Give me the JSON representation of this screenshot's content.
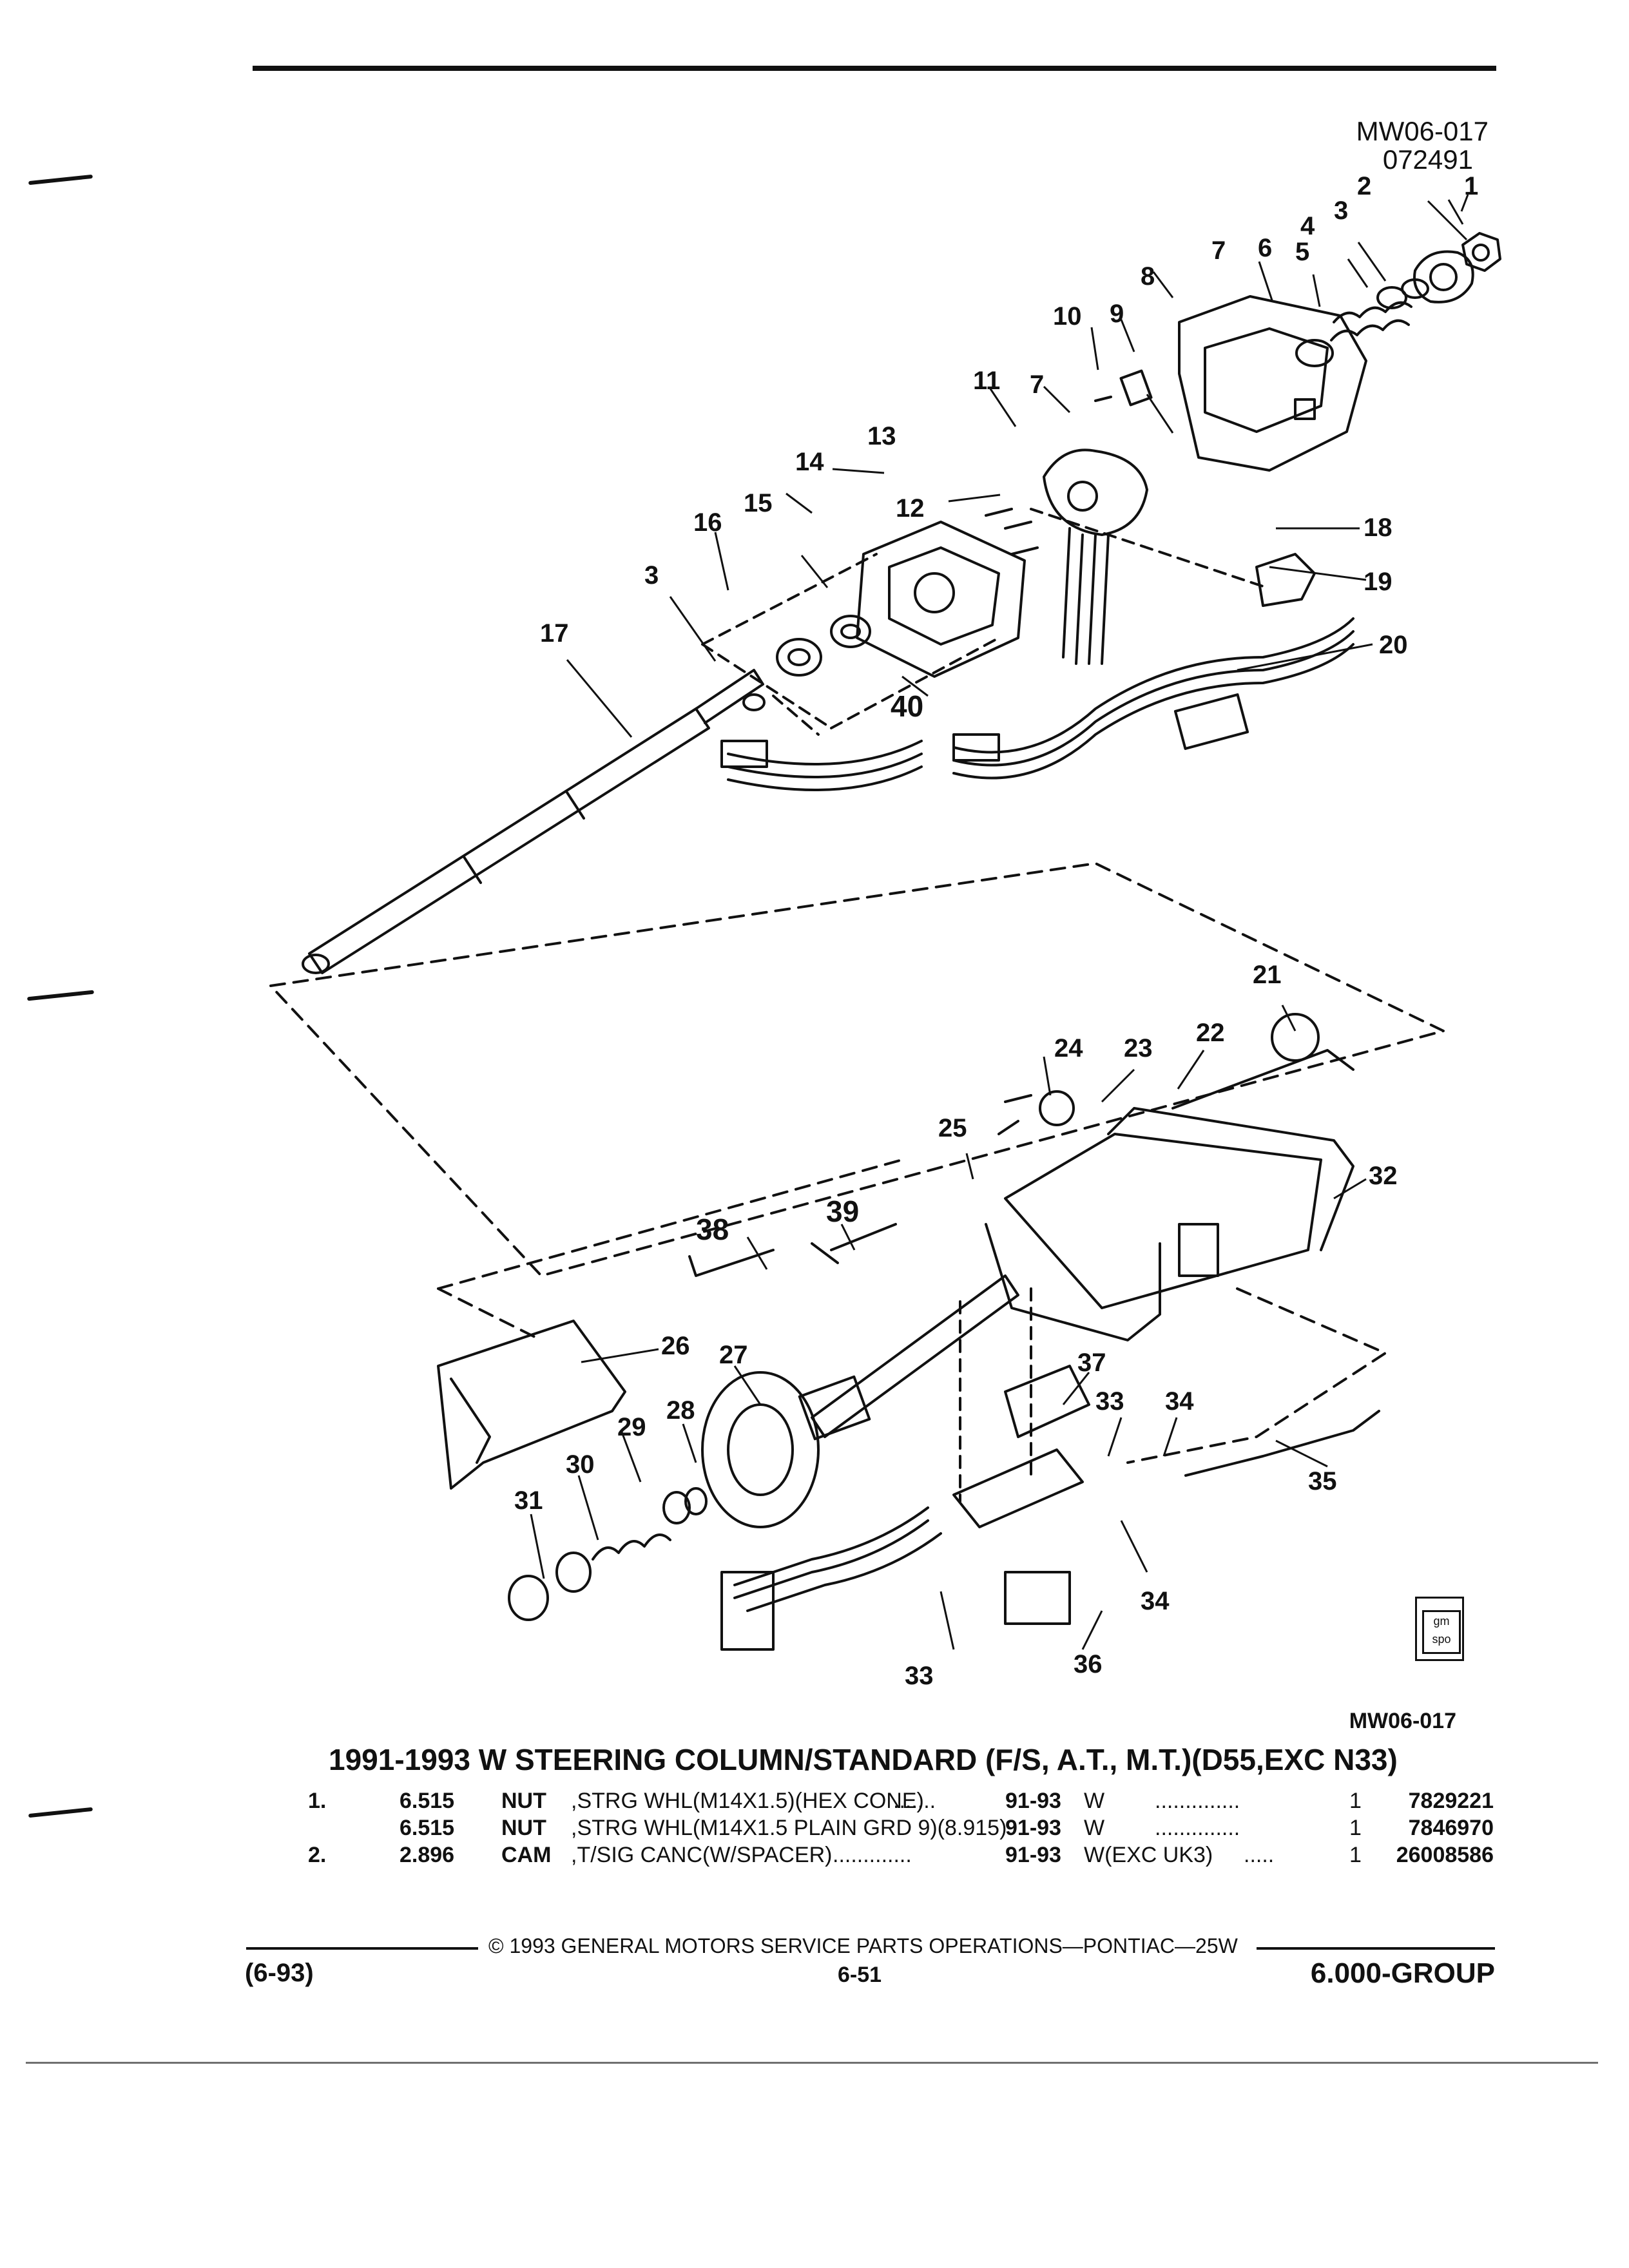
{
  "header": {
    "illustration_code": "MW06-017",
    "date_code": "072491"
  },
  "diagram": {
    "callouts": [
      "1",
      "2",
      "3",
      "4",
      "5",
      "6",
      "7",
      "8",
      "9",
      "10",
      "11",
      "12",
      "13",
      "14",
      "15",
      "16",
      "3",
      "17",
      "7",
      "18",
      "19",
      "20",
      "40",
      "21",
      "22",
      "23",
      "24",
      "25",
      "32",
      "38",
      "39",
      "26",
      "27",
      "37",
      "33",
      "34",
      "28",
      "29",
      "30",
      "35",
      "31",
      "34",
      "33",
      "36"
    ],
    "badge_text": "gm spo",
    "bottom_code": "MW06-017"
  },
  "title": "1991-1993 W STEERING COLUMN/STANDARD (F/S, A.T., M.T.)(D55,EXC N33)",
  "parts": [
    {
      "item": "1.",
      "group": "6.515",
      "name": "NUT",
      "desc": ",STRG WHL(M14X1.5)(HEX CONE)",
      "leader": ".......",
      "years": "91-93",
      "model": "W",
      "dots": "..............",
      "qty": "1",
      "part_no": "7829221"
    },
    {
      "item": "",
      "group": "6.515",
      "name": "NUT",
      "desc": ",STRG WHL(M14X1.5 PLAIN GRD 9)(8.915)",
      "leader": "",
      "years": "91-93",
      "model": "W",
      "dots": "..............",
      "qty": "1",
      "part_no": "7846970"
    },
    {
      "item": "2.",
      "group": "2.896",
      "name": "CAM",
      "desc": ",T/SIG CANC(W/SPACER)",
      "leader": ".............",
      "years": "91-93",
      "model": "W(EXC UK3)",
      "dots": ".....",
      "qty": "1",
      "part_no": "26008586"
    }
  ],
  "footer": {
    "copyright": "© 1993 GENERAL MOTORS SERVICE PARTS OPERATIONS—PONTIAC—25W",
    "date": "(6-93)",
    "page": "6-51",
    "group": "6.000-GROUP"
  }
}
